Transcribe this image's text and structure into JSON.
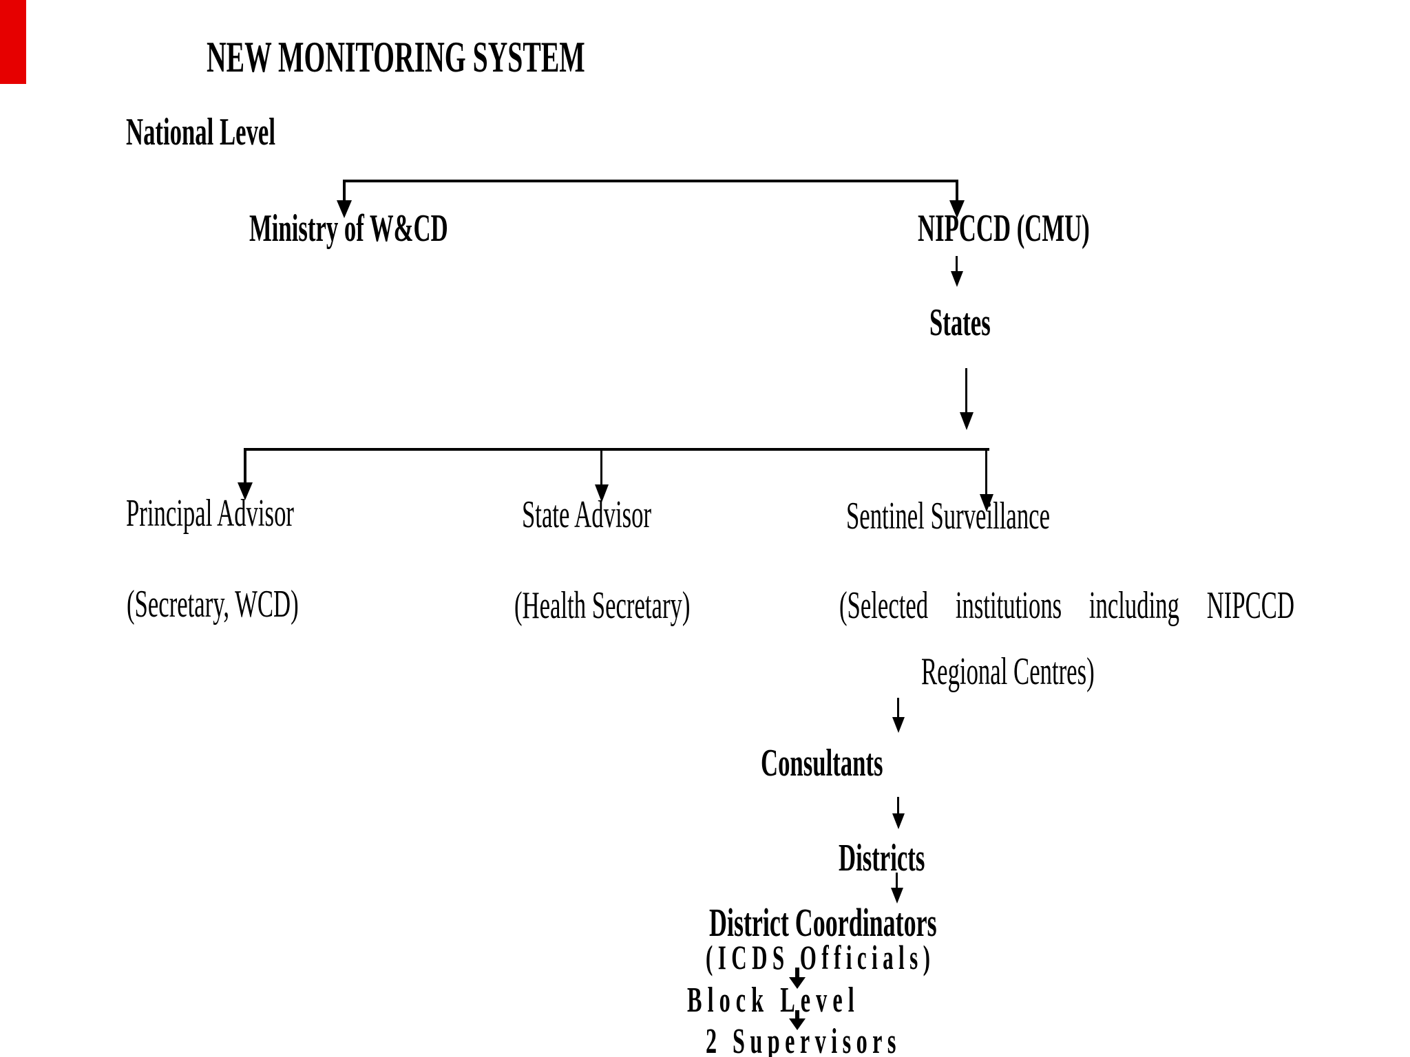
{
  "title": "NEW MONITORING SYSTEM",
  "section_label": "National Level",
  "national_level": {
    "ministry": "Ministry of W&CD",
    "nipccd": "NIPCCD (CMU)"
  },
  "states_label": "States",
  "state_level": {
    "principal_advisor": {
      "label": "Principal Advisor",
      "sub": "(Secretary, WCD)"
    },
    "state_advisor": {
      "label": "State Advisor",
      "sub": "(Health Secretary)"
    },
    "sentinel_surveillance": {
      "label": "Sentinel Surveillance",
      "sub_line1": "(Selected institutions including NIPCCD",
      "sub_line2": "Regional Centres)"
    }
  },
  "chain": {
    "consultants": "Consultants",
    "districts": "Districts",
    "district_coordinators": "District Coordinators",
    "district_coordinators_sub": "(ICDS Officials)",
    "block_level": "Block Level",
    "supervisors": "2 Supervisors"
  },
  "colors": {
    "text": "#000000",
    "lines": "#000000",
    "background": "#ffffff",
    "corner_mark": "#e60000"
  }
}
